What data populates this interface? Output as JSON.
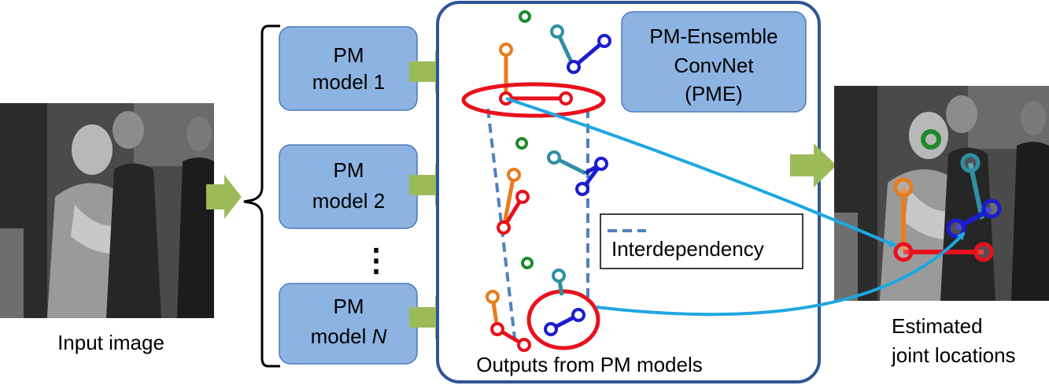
{
  "input_label": "Input image",
  "pm_models": [
    {
      "line1": "PM",
      "line2": "model 1",
      "suffix": ""
    },
    {
      "line1": "PM",
      "line2": "model 2",
      "suffix": ""
    },
    {
      "line1": "PM",
      "line2": "model ",
      "suffix": "N"
    }
  ],
  "ellipsis": "⋮",
  "ensemble": {
    "line1": "PM-Ensemble",
    "line2": "ConvNet",
    "line3": "(PME)"
  },
  "legend_label": "Interdependency",
  "outputs_label": "Outputs from PM models",
  "result_label": {
    "line1": "Estimated",
    "line2": "joint locations"
  },
  "colors": {
    "box_fill": "#8db3e2",
    "box_stroke": "#4a7ab8",
    "arrow_fill": "#9bbb59",
    "pme_border": "#2f5597",
    "dash": "#4f81bd",
    "flow": "#1ea7e1",
    "red": "#e8111c",
    "orange": "#e87d1e",
    "green": "#1d8a2c",
    "teal": "#2f8fa3",
    "blue": "#1c1ccf"
  }
}
